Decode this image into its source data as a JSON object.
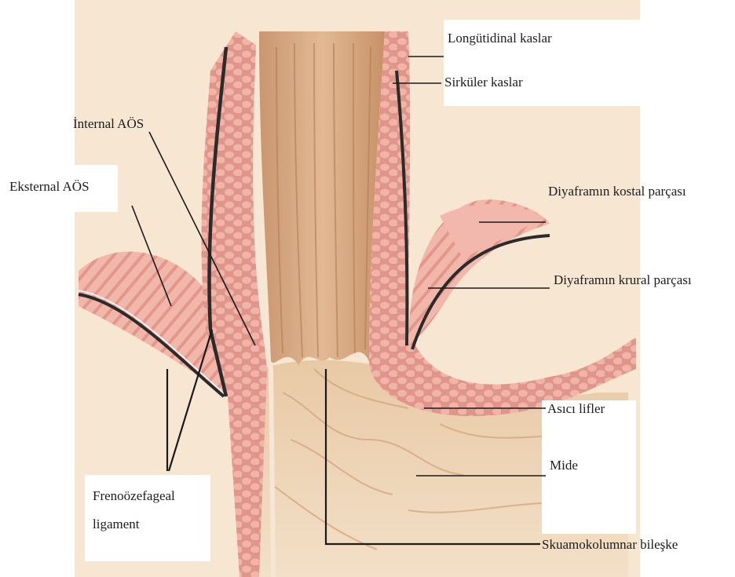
{
  "labels": {
    "longitudinal": "Longütidinal kaslar",
    "circular": "Sirküler kaslar",
    "internal_les": "İnternal AÖS",
    "external_les": "Eksternal AÖS",
    "costal_diaphragm": "Diyaframın kostal parçası",
    "crural_diaphragm": "Diyaframın krural parçası",
    "sling_fibers": "Asıcı lifler",
    "stomach": "Mide",
    "phrenoesophageal_1": "Frenoözefageal",
    "phrenoesophageal_2": "ligament",
    "squamocolumnar": "Skuamokolumnar bileşke"
  },
  "colors": {
    "background": "#f7ead8",
    "esophagus_lumen": "#d9ab84",
    "mucosa": "#e6c8a4",
    "muscle": "#e39a8e",
    "muscle_cell": "#f2b8ac",
    "membrane": "#2b2b2b"
  }
}
